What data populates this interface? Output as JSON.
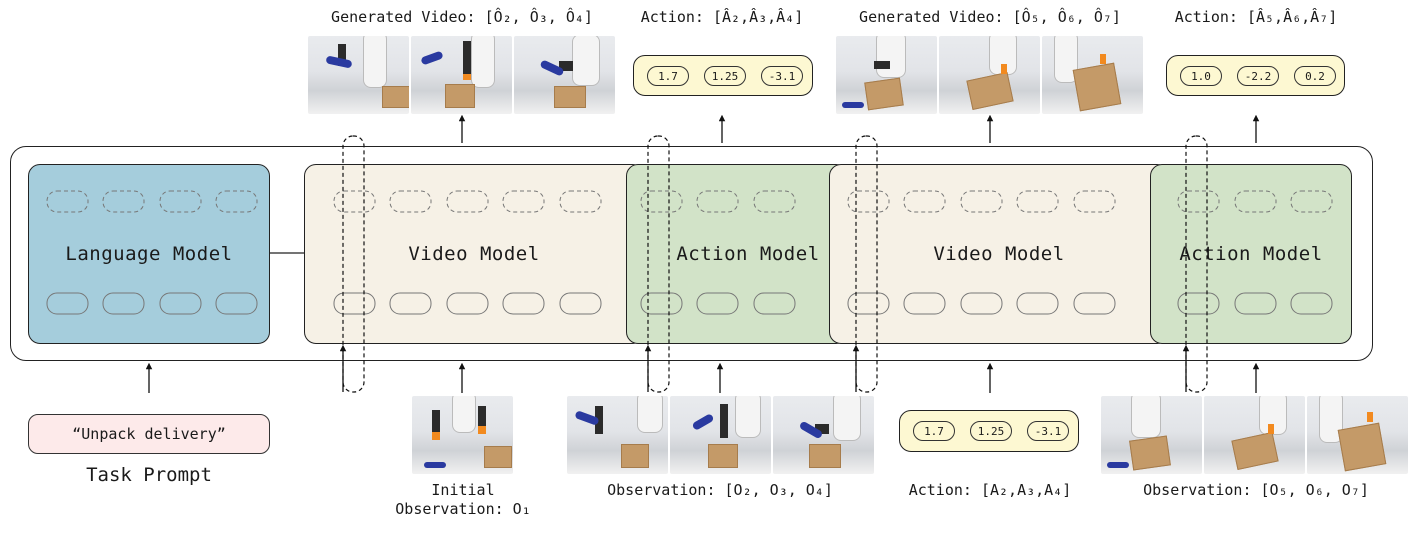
{
  "top_labels": {
    "gen_video_1": "Generated Video: [Ô₂, Ô₃, Ô₄]",
    "action_1": "Action: [Â₂,Â₃,Â₄]",
    "gen_video_2": "Generated Video: [Ô₅, Ô₆, Ô₇]",
    "action_2": "Action: [Â₅,Â₆,Â₇]"
  },
  "predicted_actions_1": [
    "1.7",
    "1.25",
    "-3.1"
  ],
  "predicted_actions_2": [
    "1.0",
    "-2.2",
    "0.2"
  ],
  "input_actions": [
    "1.7",
    "1.25",
    "-3.1"
  ],
  "modules": {
    "language_model": "Language Model",
    "video_model_1": "Video Model",
    "action_model_1": "Action Model",
    "video_model_2": "Video Model",
    "action_model_2": "Action Model"
  },
  "colors": {
    "language_model": "#a5cddc",
    "video_model": "#f6f1e6",
    "action_model": "#d2e3c8",
    "action_panel": "#fdf8d2",
    "prompt": "#fdeaea"
  },
  "bottom_labels": {
    "prompt_text": "“Unpack delivery”",
    "task_prompt": "Task Prompt",
    "initial_obs_line1": "Initial",
    "initial_obs_line2": "Observation: O₁",
    "observation_1": "Observation: [O₂, O₃, O₄]",
    "action_input": "Action: [A₂,A₃,A₄]",
    "observation_2": "Observation: [O₅, O₆, O₇]"
  }
}
